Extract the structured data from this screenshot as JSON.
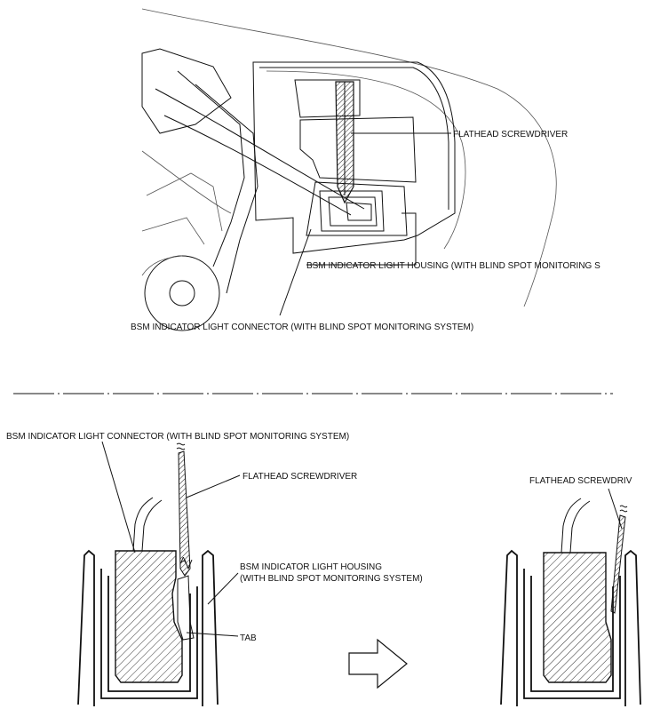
{
  "top_view": {
    "label_screwdriver": "FLATHEAD SCREWDRIVER",
    "label_housing": "BSM INDICATOR LIGHT HOUSING (WITH BLIND SPOT MONITORING S",
    "label_connector": "BSM INDICATOR LIGHT CONNECTOR (WITH BLIND SPOT MONITORING SYSTEM)"
  },
  "detail_left": {
    "label_connector": "BSM INDICATOR LIGHT CONNECTOR (WITH BLIND SPOT MONITORING SYSTEM)",
    "label_screwdriver": "FLATHEAD SCREWDRIVER",
    "label_housing_line1": "BSM INDICATOR LIGHT HOUSING",
    "label_housing_line2": "(WITH BLIND SPOT MONITORING SYSTEM)",
    "label_tab": "TAB",
    "label_marker": "A"
  },
  "detail_right": {
    "label_screwdriver": "FLATHEAD SCREWDRIV"
  },
  "arrow_icon": "right-arrow-outline-icon"
}
